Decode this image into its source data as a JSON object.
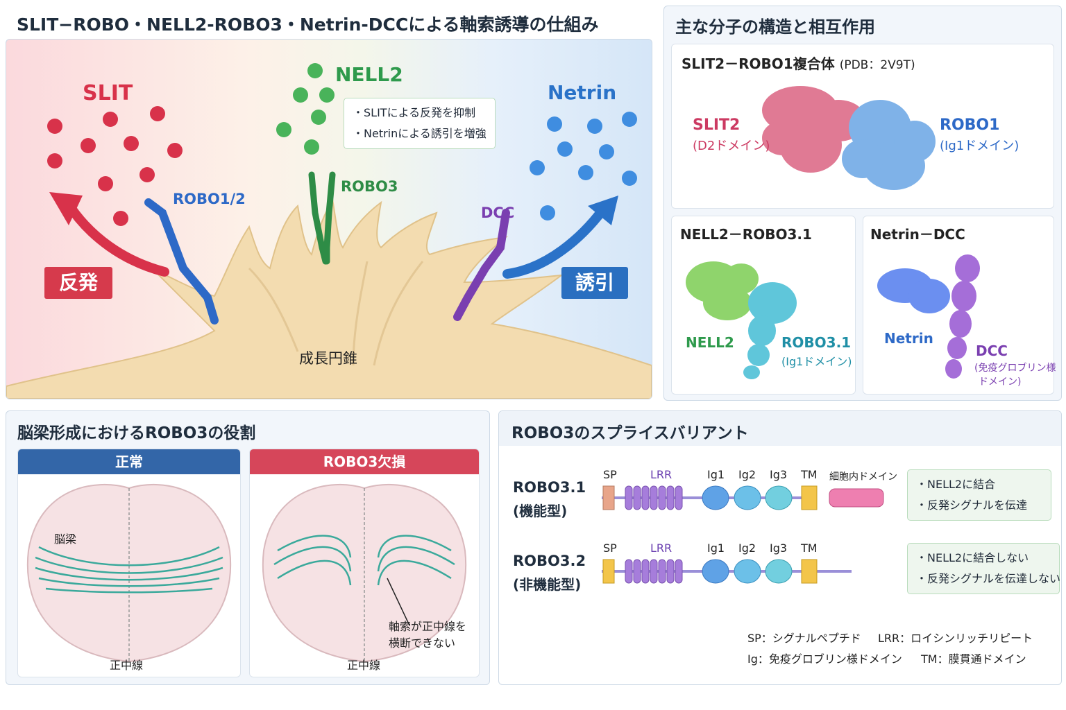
{
  "main_title": "SLIT−ROBO・NELL2-ROBO3・Netrin-DCCによる軸索誘導の仕組み",
  "guidance": {
    "slit": "SLIT",
    "robo12": "ROBO1/2",
    "repulsion": "反発",
    "nell2": "NELL2",
    "robo3": "ROBO3",
    "nell2_notes": [
      "・SLITによる反発を抑制",
      "・Netrinによる誘引を増強"
    ],
    "netrin": "Netrin",
    "dcc": "DCC",
    "attraction": "誘引",
    "growth_cone": "成長円錐"
  },
  "structures": {
    "title": "主な分子の構造と相互作用",
    "slit_robo": {
      "title": "SLIT2－ROBO1複合体",
      "pdb": "(PDB：2V9T)",
      "slit2": "SLIT2",
      "slit2_domain": "(D2ドメイン)",
      "robo1": "ROBO1",
      "robo1_domain": "(Ig1ドメイン)"
    },
    "nell_robo": {
      "title": "NELL2－ROBO3.1",
      "nell2": "NELL2",
      "robo31": "ROBO3.1",
      "robo31_domain": "(Ig1ドメイン)"
    },
    "netrin_dcc": {
      "title": "Netrin－DCC",
      "netrin": "Netrin",
      "dcc": "DCC",
      "dcc_domain1": "(免疫グロブリン様",
      "dcc_domain2": "ドメイン)"
    }
  },
  "corpus": {
    "title": "脳梁形成におけるROBO3の役割",
    "normal_header": "正常",
    "deficient_header": "ROBO3欠損",
    "corpus_callosum": "脳梁",
    "midline": "正中線",
    "cannot_cross_1": "軸索が正中線を",
    "cannot_cross_2": "横断できない"
  },
  "splice": {
    "title": "ROBO3のスプライスバリアント",
    "v1_name": "ROBO3.1",
    "v1_type": "(機能型)",
    "v2_name": "ROBO3.2",
    "v2_type": "(非機能型)",
    "domain_labels": {
      "sp": "SP",
      "lrr": "LRR",
      "ig1": "Ig1",
      "ig2": "Ig2",
      "ig3": "Ig3",
      "tm": "TM",
      "icd": "細胞内ドメイン"
    },
    "v1_notes": [
      "・NELL2に結合",
      "・反発シグナルを伝達"
    ],
    "v2_notes": [
      "・NELL2に結合しない",
      "・反発シグナルを伝達しない"
    ],
    "legend": {
      "sp": "SP：シグナルペプチド",
      "lrr": "LRR：ロイシンリッチリピート",
      "ig": "Ig：免疫グロブリン様ドメイン",
      "tm": "TM：膜貫通ドメイン"
    }
  },
  "colors": {
    "slit_red": "#d8324a",
    "nell_green": "#2e9a4c",
    "netrin_blue": "#2a72c8",
    "dcc_purple": "#7a3fb0",
    "repulsion_badge": "#d63a4c",
    "attraction_badge": "#2a6fc0"
  }
}
